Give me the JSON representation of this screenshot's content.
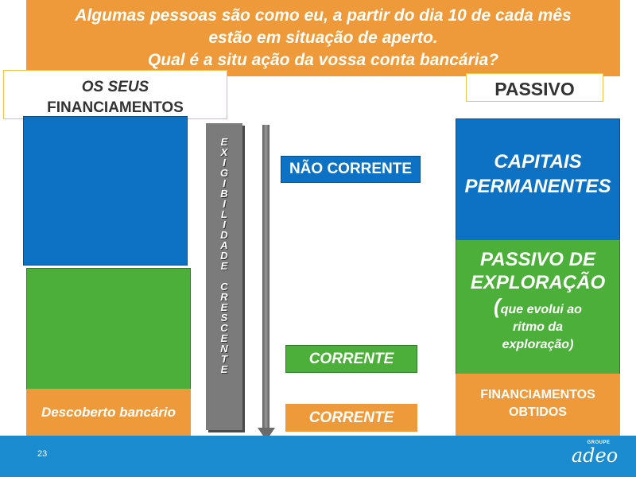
{
  "title": {
    "line1": "Algumas pessoas são como eu, a partir do dia 10 de cada mês",
    "line2": "estão em situação de aperto.",
    "line3": "Qual é a situ ação da vossa conta bancária?"
  },
  "left_label": {
    "line1": "OS SEUS",
    "line2": "FINANCIAMENTOS"
  },
  "right_label": "PASSIVO",
  "left_orange": "Descoberto bancário",
  "exigibilidade": [
    "E",
    "X",
    "I",
    "G",
    "I",
    "B",
    "I",
    "L",
    "I",
    "D",
    "A",
    "D",
    "E",
    "",
    "C",
    "R",
    "E",
    "S",
    "C",
    "E",
    "N",
    "T",
    "E"
  ],
  "middle": {
    "nao_corrente": "NÃO CORRENTE",
    "corrente_1": "CORRENTE",
    "corrente_2": "CORRENTE"
  },
  "right": {
    "capitais_line1": "CAPITAIS",
    "capitais_line2": "PERMANENTES",
    "passivo_line1": "PASSIVO DE",
    "passivo_line2": "EXPLORAÇÃO",
    "passivo_paren": "(",
    "passivo_note1": "que evolui ao",
    "passivo_note2": "ritmo da",
    "passivo_note3": "exploração)",
    "fin_line1": "FINANCIAMENTOS",
    "fin_line2": "OBTIDOS"
  },
  "footer": {
    "page_number": "23",
    "logo_small": "GROUPE",
    "logo_main": "adeo"
  },
  "colors": {
    "orange": "#ef9a3a",
    "blue": "#0e72c4",
    "green": "#4caf3a",
    "footer_blue": "#1b8ccf",
    "grey": "#7b7b7b"
  }
}
